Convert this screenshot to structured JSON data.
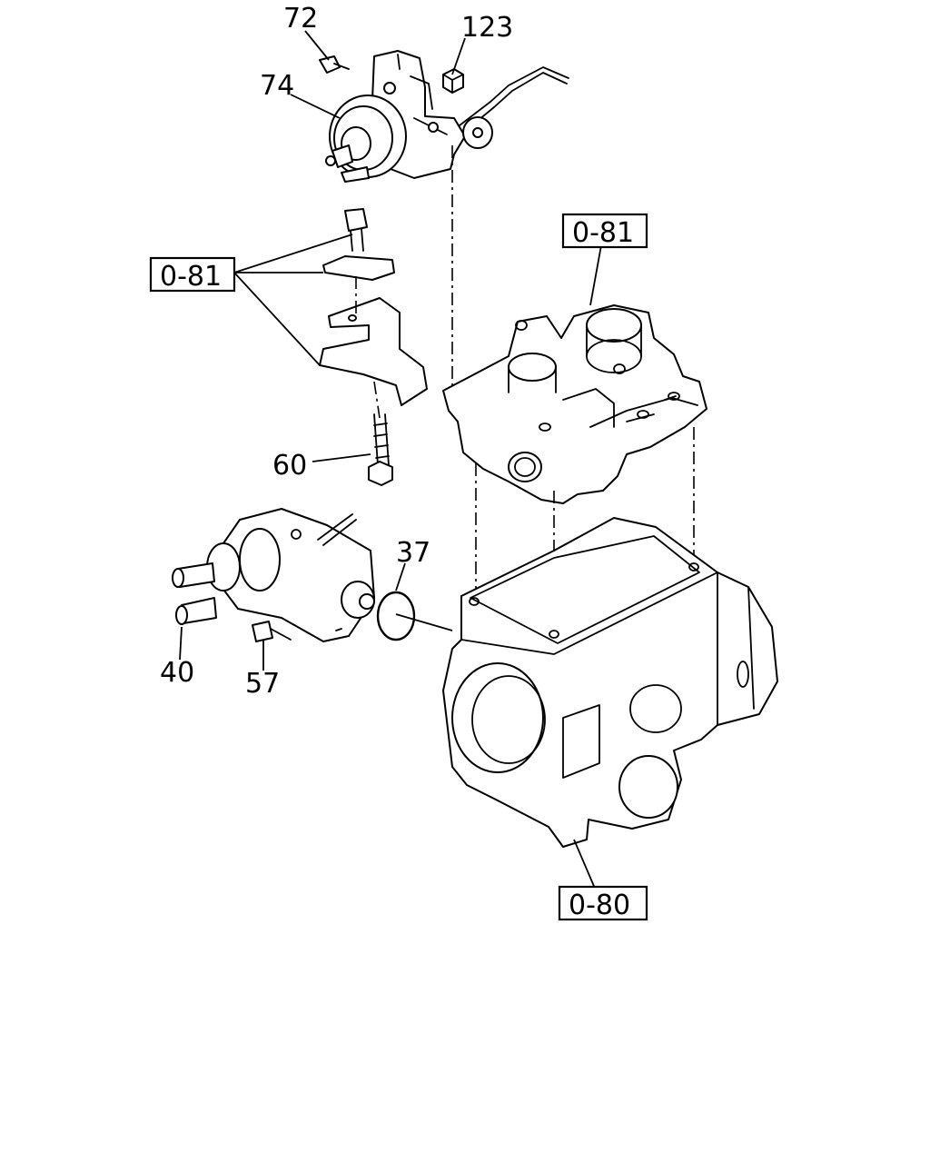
{
  "callouts": {
    "c72": "72",
    "c74": "74",
    "c123": "123",
    "c60": "60",
    "c37": "37",
    "c40": "40",
    "c57": "57"
  },
  "refs": {
    "r_bracket": "0-81",
    "r_cover": "0-81",
    "r_housing": "0-80"
  }
}
